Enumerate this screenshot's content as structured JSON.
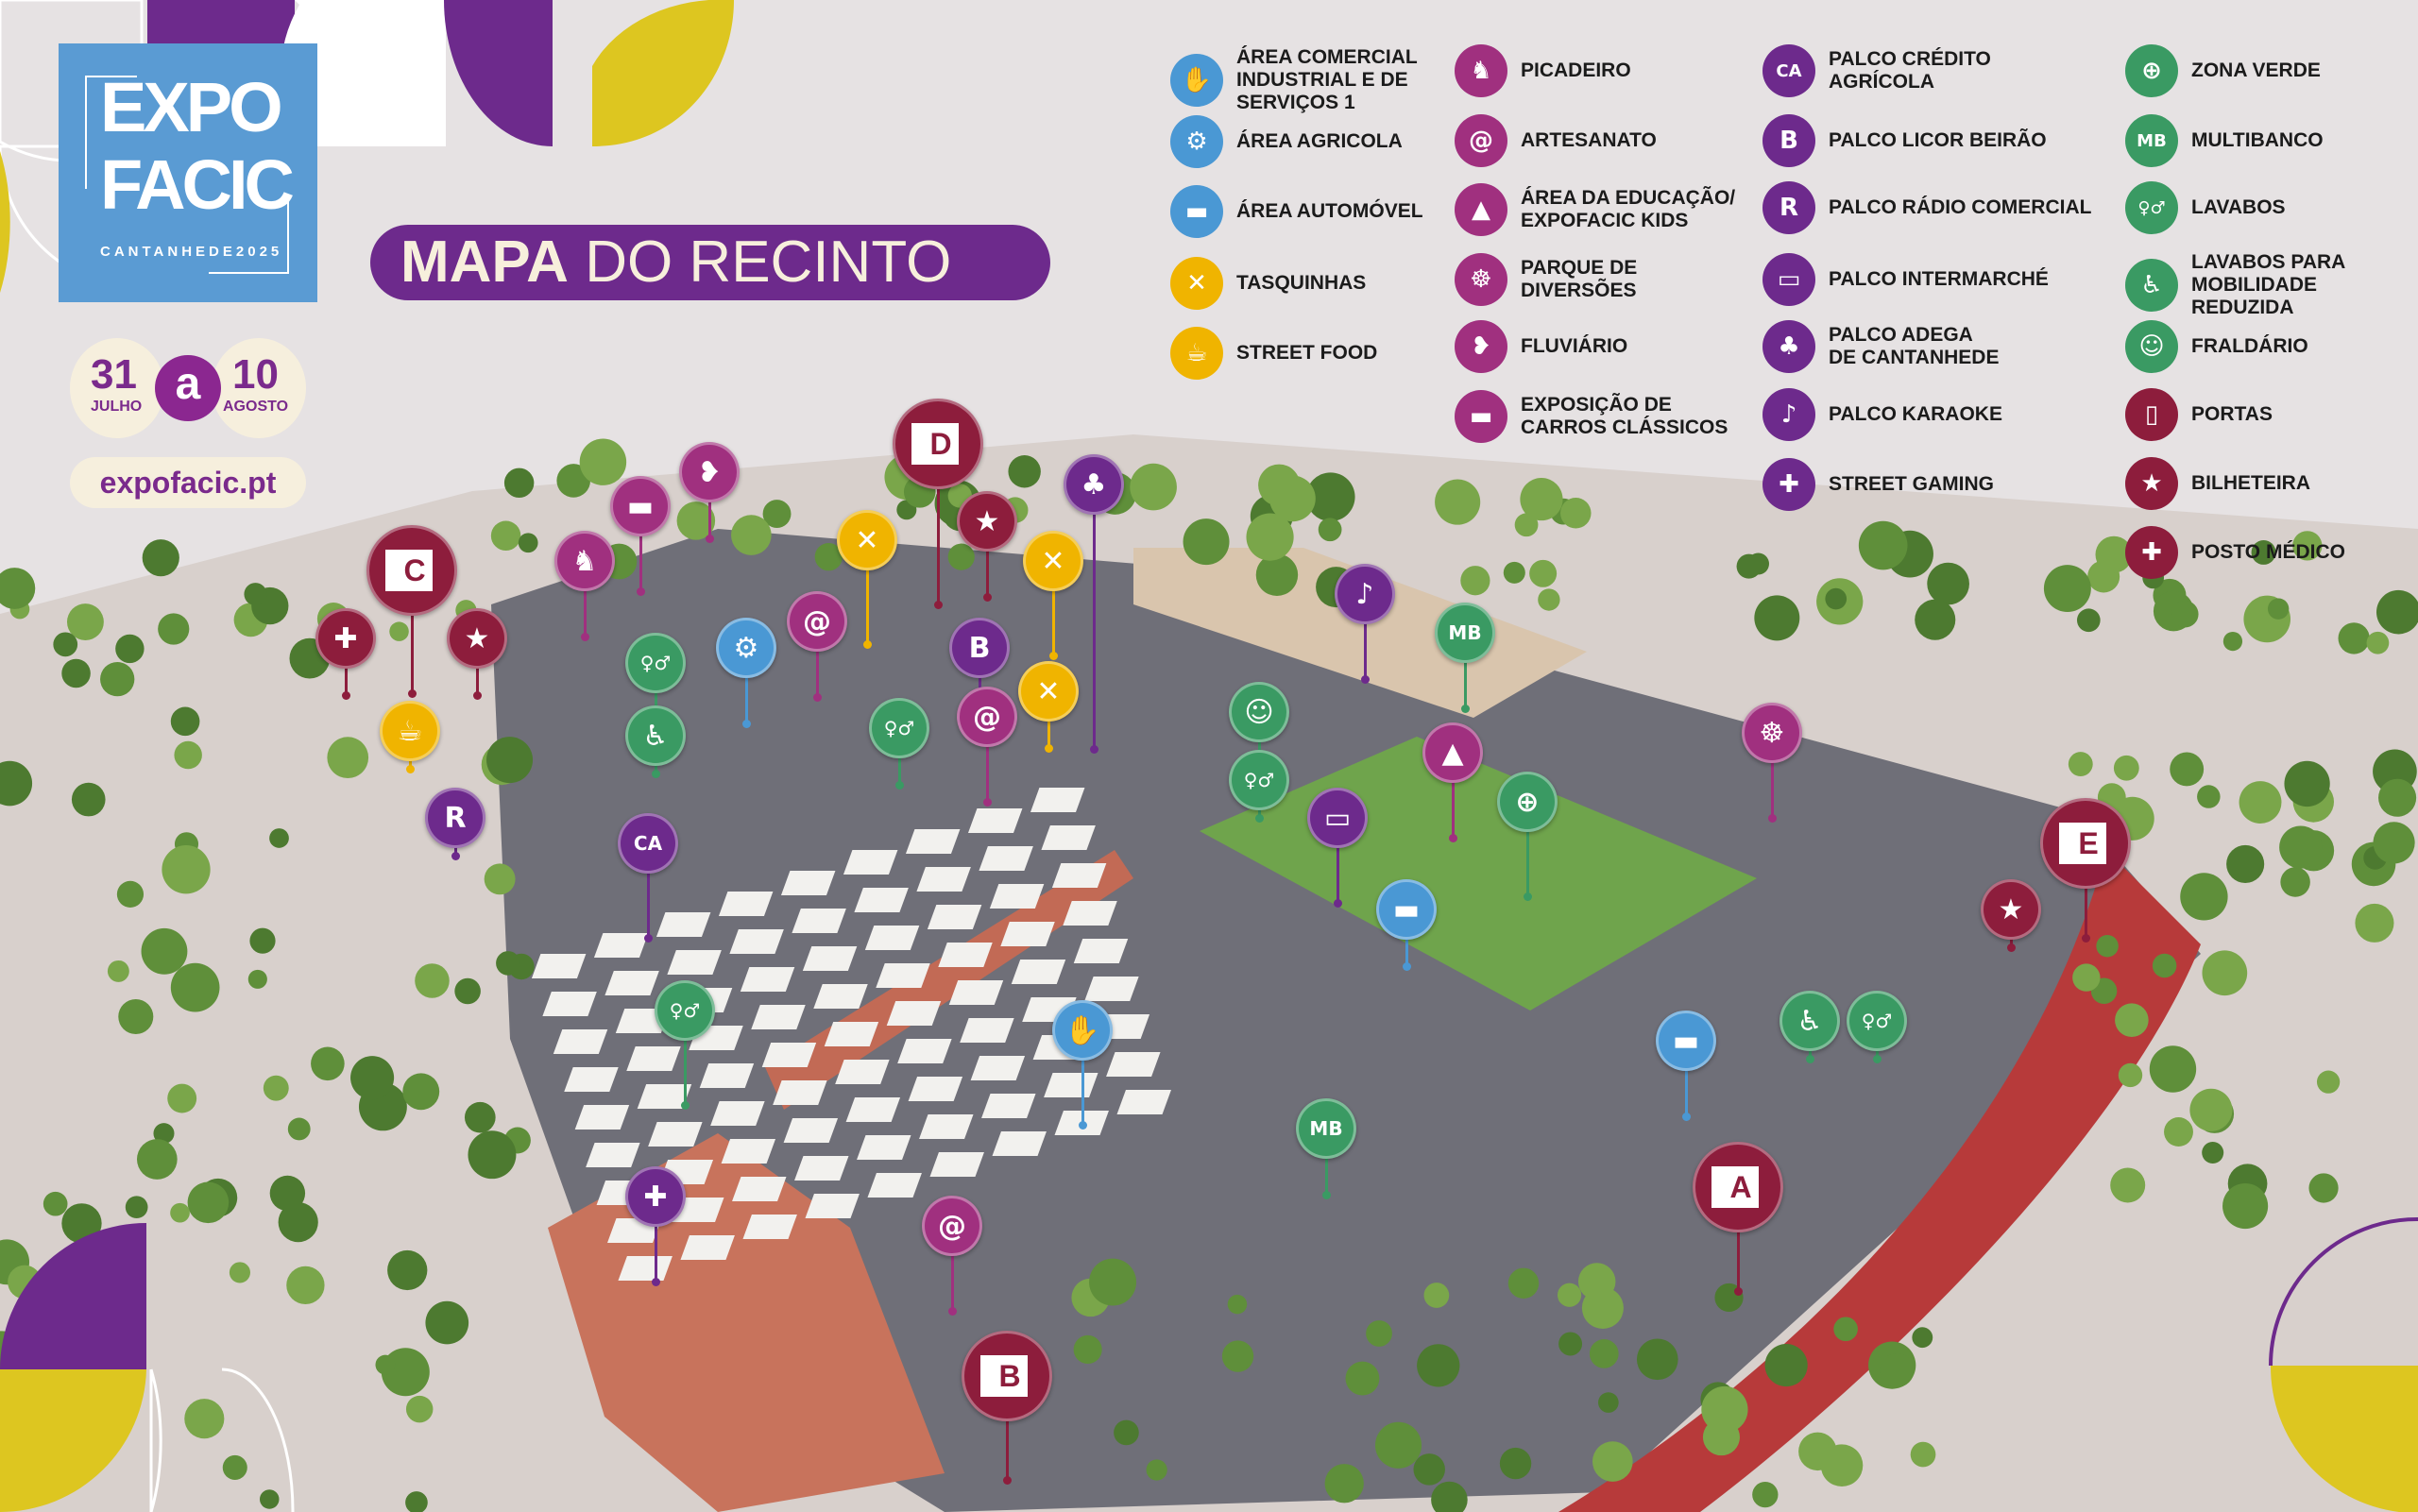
{
  "header": {
    "logo": {
      "line1": "EXPO",
      "line2": "FACIC",
      "line3": "CANTANHEDE2025"
    },
    "title_bold": "MAPA",
    "title_rest": "DO RECINTO",
    "dates": {
      "start_day": "31",
      "start_month": "JULHO",
      "connector": "a",
      "end_day": "10",
      "end_month": "AGOSTO"
    },
    "website": "expofacic.pt"
  },
  "colors": {
    "blue": "#4a98d4",
    "yellow": "#f0b400",
    "magenta": "#a0307f",
    "purple": "#6d2a8c",
    "green": "#3a9a63",
    "maroon": "#8d1d3c"
  },
  "legend": [
    {
      "label": "ÁREA COMERCIAL\nINDUSTRIAL E DE\nSERVIÇOS 1",
      "icon": "handshake-icon",
      "color": "blue"
    },
    {
      "label": "ÁREA AGRICOLA",
      "icon": "tractor-icon",
      "color": "blue"
    },
    {
      "label": "ÁREA AUTOMÓVEL",
      "icon": "car-icon",
      "color": "blue"
    },
    {
      "label": "TASQUINHAS",
      "icon": "cutlery-icon",
      "color": "yellow"
    },
    {
      "label": "STREET FOOD",
      "icon": "burger-drink-icon",
      "color": "yellow"
    },
    {
      "label": "PICADEIRO",
      "icon": "horse-icon",
      "color": "magenta"
    },
    {
      "label": "ARTESANATO",
      "icon": "spiral-hands-icon",
      "color": "magenta"
    },
    {
      "label": "ÁREA DA EDUCAÇÃO/\nEXPOFACIC KIDS",
      "icon": "graduation-cap-icon",
      "color": "magenta"
    },
    {
      "label": "PARQUE DE\nDIVERSÕES",
      "icon": "ferris-wheel-icon",
      "color": "magenta"
    },
    {
      "label": "FLUVIÁRIO",
      "icon": "fish-icon",
      "color": "magenta"
    },
    {
      "label": "EXPOSIÇÃO DE\nCARROS CLÁSSICOS",
      "icon": "classic-car-icon",
      "color": "magenta"
    },
    {
      "label": "PALCO CRÉDITO\nAGRÍCOLA",
      "icon": "credito-agricola-logo-icon",
      "color": "purple"
    },
    {
      "label": "PALCO LICOR BEIRÃO",
      "icon": "licor-beirao-logo-icon",
      "color": "purple"
    },
    {
      "label": "PALCO RÁDIO COMERCIAL",
      "icon": "radio-comercial-logo-icon",
      "color": "purple"
    },
    {
      "label": "PALCO INTERMARCHÉ",
      "icon": "intermarche-logo-icon",
      "color": "purple"
    },
    {
      "label": "PALCO ADEGA\nDE CANTANHEDE",
      "icon": "adega-cantanhede-logo-icon",
      "color": "purple"
    },
    {
      "label": "PALCO KARAOKE",
      "icon": "microphone-icon",
      "color": "purple"
    },
    {
      "label": "STREET GAMING",
      "icon": "gamepad-icon",
      "color": "purple"
    },
    {
      "label": "ZONA VERDE",
      "icon": "football-field-icon",
      "color": "green"
    },
    {
      "label": "MULTIBANCO",
      "icon": "multibanco-icon",
      "color": "green"
    },
    {
      "label": "LAVABOS",
      "icon": "restroom-icon",
      "color": "green"
    },
    {
      "label": "LAVABOS PARA\nMOBILIDADE\nREDUZIDA",
      "icon": "wheelchair-icon",
      "color": "green"
    },
    {
      "label": "FRALDÁRIO",
      "icon": "baby-icon",
      "color": "green"
    },
    {
      "label": "PORTAS",
      "icon": "door-icon",
      "color": "maroon"
    },
    {
      "label": "BILHETEIRA",
      "icon": "ticket-icon",
      "color": "maroon"
    },
    {
      "label": "POSTO MÉDICO",
      "icon": "medical-kit-icon",
      "color": "maroon"
    }
  ],
  "icon_text": {
    "credito-agricola-logo-icon": "CA",
    "multibanco-icon": "MB"
  },
  "gates": [
    {
      "letter": "A"
    },
    {
      "letter": "B"
    },
    {
      "letter": "C"
    },
    {
      "letter": "D"
    },
    {
      "letter": "E"
    }
  ],
  "pins": [
    "medical-kit-icon",
    "ticket-icon",
    "burger-drink-icon",
    "horse-icon",
    "classic-car-icon",
    "fish-icon",
    "restroom-icon",
    "wheelchair-icon",
    "tractor-icon",
    "spiral-hands-icon",
    "cutlery-icon",
    "ticket-icon",
    "adega-cantanhede-logo-icon",
    "cutlery-icon",
    "cutlery-icon",
    "licor-beirao-logo-icon",
    "restroom-icon",
    "spiral-hands-icon",
    "radio-comercial-logo-icon",
    "credito-agricola-logo-icon",
    "restroom-icon",
    "gamepad-icon",
    "microphone-icon",
    "multibanco-icon",
    "baby-icon",
    "restroom-icon",
    "graduation-cap-icon",
    "intermarche-logo-icon",
    "football-field-icon",
    "ferris-wheel-icon",
    "car-icon",
    "handshake-icon",
    "multibanco-icon",
    "spiral-hands-icon",
    "car-icon",
    "wheelchair-icon",
    "restroom-icon",
    "ticket-icon"
  ]
}
